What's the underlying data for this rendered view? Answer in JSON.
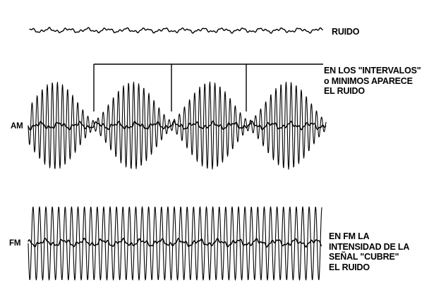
{
  "labels": {
    "noise": "RUIDO",
    "am": "AM",
    "fm": "FM",
    "am_note": [
      "EN LOS \"INTERVALOS\"",
      "o MINIMOS APARECE",
      "EL RUIDO"
    ],
    "fm_note": [
      "EN FM LA",
      "INTENSIDAD DE LA",
      "SEÑAL \"CUBRE\"",
      "EL RUIDO"
    ]
  },
  "colors": {
    "ink": "#000000",
    "paper": "#ffffff"
  }
}
